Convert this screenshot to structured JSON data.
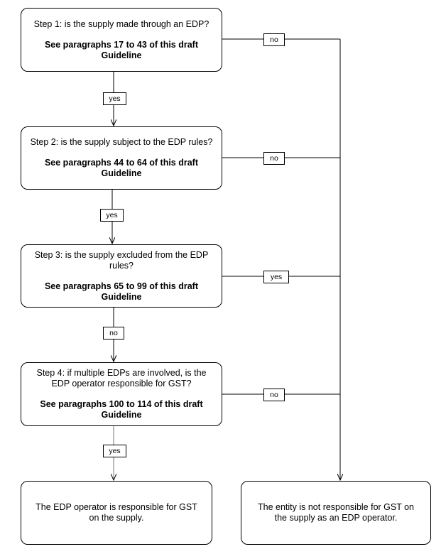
{
  "steps": [
    {
      "question": "Step 1: is the supply made through an EDP?",
      "reference": "See paragraphs 17 to 43 of this draft Guideline",
      "down_label": "yes",
      "side_label": "no"
    },
    {
      "question": "Step 2: is the supply subject to the EDP rules?",
      "reference": "See paragraphs 44 to 64 of this draft Guideline",
      "down_label": "yes",
      "side_label": "no"
    },
    {
      "question": "Step 3: is the supply excluded from the EDP rules?",
      "reference": "See paragraphs 65 to 99 of this draft Guideline",
      "down_label": "no",
      "side_label": "yes"
    },
    {
      "question": "Step 4: if multiple EDPs are involved, is the EDP operator responsible for GST?",
      "reference": "See paragraphs 100 to 114 of this draft Guideline",
      "down_label": "yes",
      "side_label": "no"
    }
  ],
  "outcomes": {
    "responsible": "The EDP operator is responsible for GST on the supply.",
    "not_responsible": "The entity is not responsible for GST on the supply as an EDP operator."
  }
}
